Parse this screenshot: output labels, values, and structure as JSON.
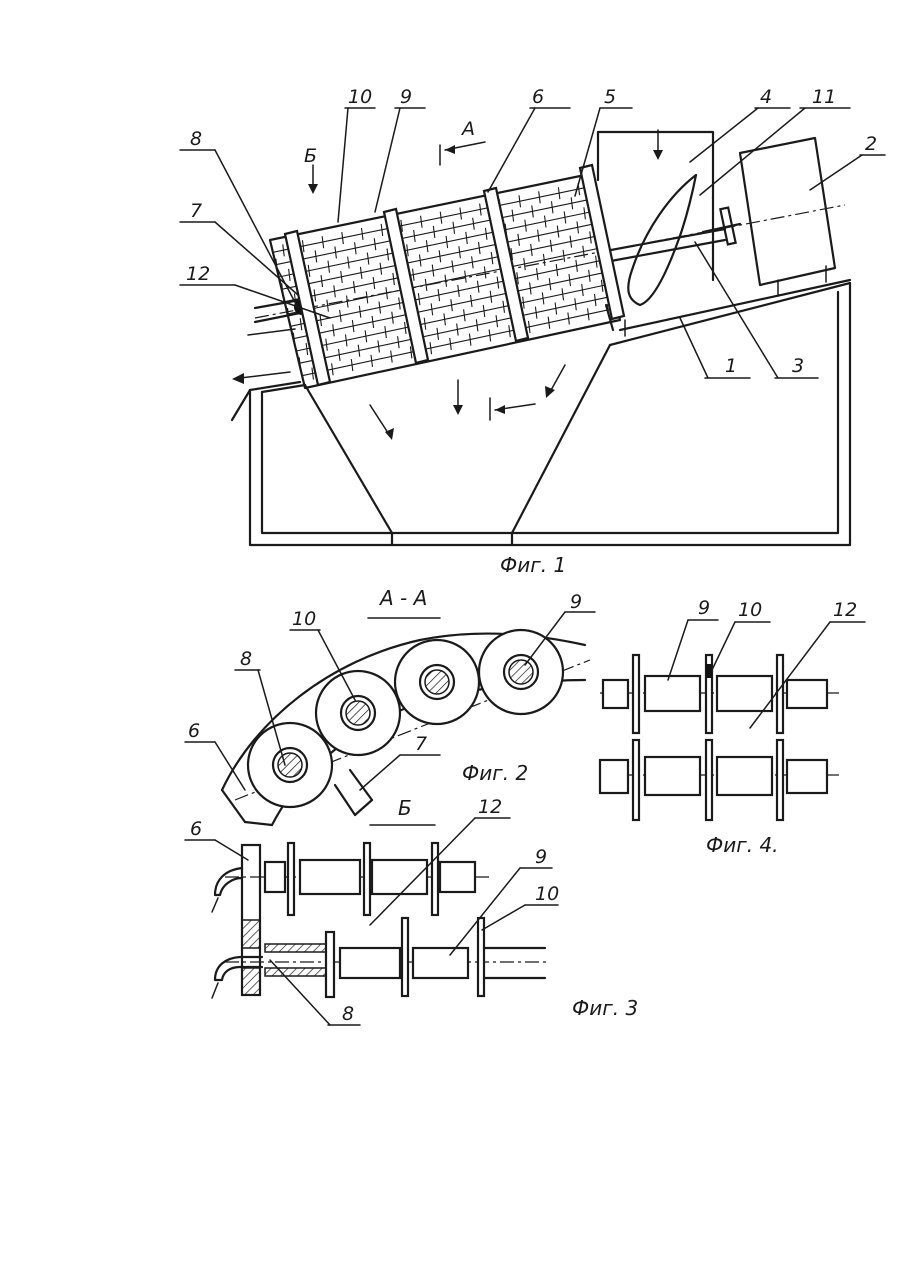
{
  "fig1": {
    "caption": "Фиг. 1",
    "labels": {
      "l1": "1",
      "l2": "2",
      "l3": "3",
      "l4": "4",
      "l5": "5",
      "l6": "6",
      "l7": "7",
      "l8": "8",
      "l9": "9",
      "l10": "10",
      "l11": "11",
      "l12": "12"
    },
    "view_A": "А",
    "view_B": "Б"
  },
  "fig2": {
    "caption": "Фиг. 2",
    "section_title": "А - А",
    "labels": {
      "l6": "6",
      "l7": "7",
      "l8": "8",
      "l9": "9",
      "l10": "10"
    }
  },
  "fig3": {
    "caption": "Фиг. 3",
    "view_title": "Б",
    "labels": {
      "l6": "6",
      "l8": "8",
      "l9": "9",
      "l10": "10",
      "l12": "12"
    }
  },
  "fig4": {
    "caption": "Фиг. 4.",
    "labels": {
      "l9": "9",
      "l10": "10",
      "l12": "12"
    }
  }
}
